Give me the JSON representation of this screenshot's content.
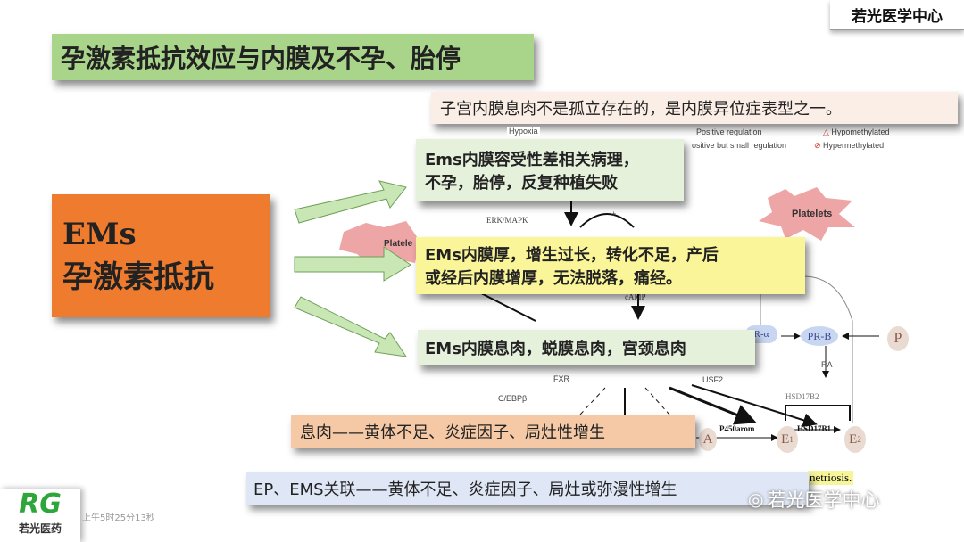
{
  "brand_top": "若光医学中心",
  "title": "孕激素抵抗效应与内膜及不孕、胎停",
  "note_top": "子宫内膜息肉不是孤立存在的，是内膜异位症表型之一。",
  "main_box": {
    "line1": "EMs",
    "line2": "孕激素抵抗"
  },
  "boxes": [
    {
      "line1": "Ems内膜容受性差相关病理，",
      "line2": "不孕，胎停，反复种植失败"
    },
    {
      "line1": "EMs内膜厚，增生过长，转化不足，产后",
      "line2": "或经后内膜增厚，无法脱落，痛经。"
    },
    {
      "line1": "EMs内膜息肉，蜕膜息肉，宫颈息肉"
    }
  ],
  "polyp_note": "息肉——黄体不足、炎症因子、局灶性增生",
  "bottom_note": "EP、EMS关联——黄体不足、炎症因子、局灶或弥漫性增生",
  "diagram": {
    "legend": [
      "Positive regulation",
      "ositive but small regulation",
      "Hypomethylated",
      "Hypermethylated"
    ],
    "labels": {
      "hypoxia": "Hypoxia",
      "erk": "ERK/MAPK",
      "camp": "cAMP",
      "fxr": "FXR",
      "cebp": "C/EBPβ",
      "usf2": "USF2",
      "ra": "RA",
      "hsd2": "HSD17B2",
      "p450": "P450arom",
      "hsd1": "HSD17B1",
      "pra": "R-α",
      "prb": "PR-B",
      "p": "P",
      "a": "A",
      "e1": "E",
      "e2": "E",
      "plus": "+",
      "plate1": "Platelets",
      "plate2": "Platele",
      "sub1": "1",
      "sub2": "2",
      "endo": "netriosis."
    }
  },
  "watermark": "若光医学中心",
  "timestamp": "上午5时25分13秒",
  "logo": {
    "mark": "RG",
    "text": "若光医药"
  }
}
